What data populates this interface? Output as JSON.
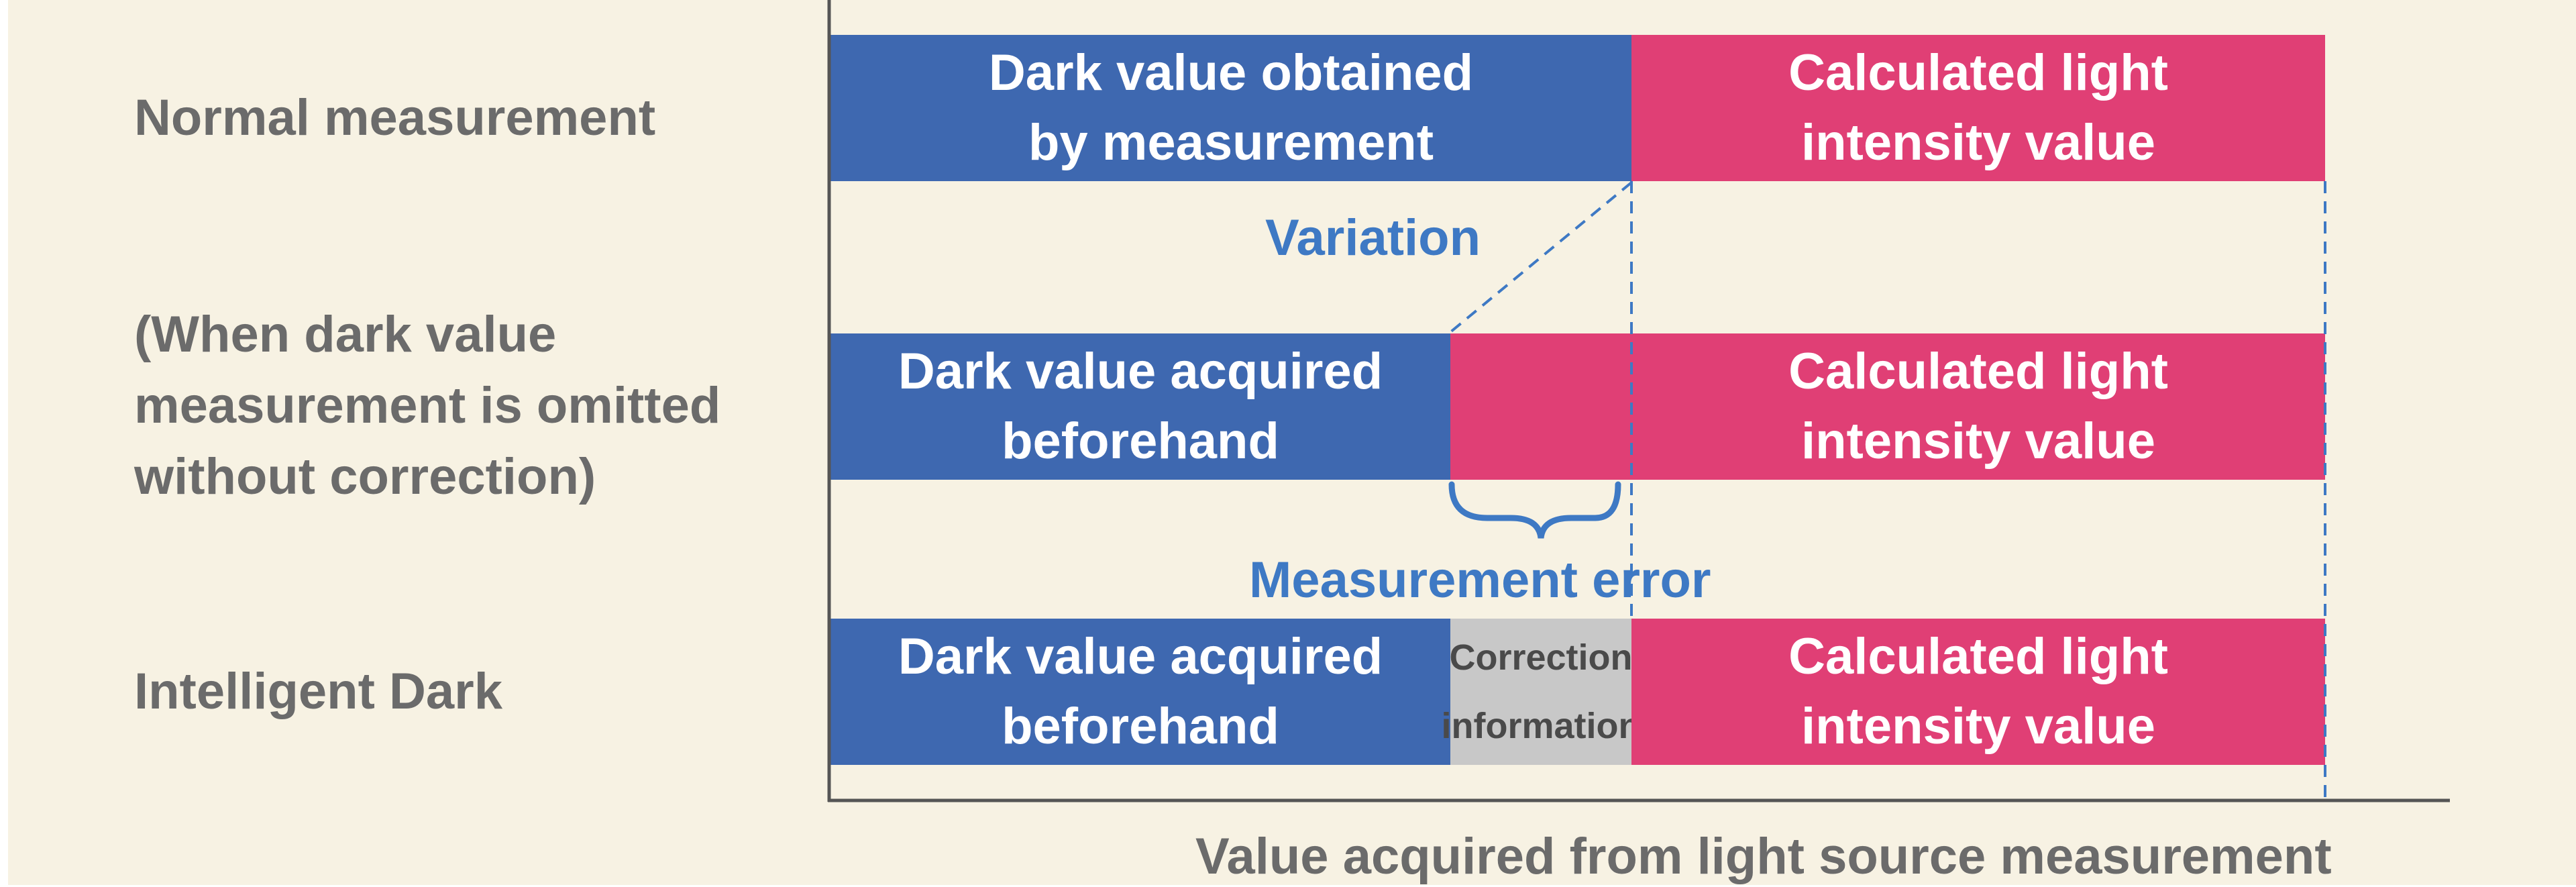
{
  "rows": [
    {
      "label": "Normal measurement",
      "dark_text": "Dark value obtained\nby measurement",
      "light_text": "Calculated light\nintensity value"
    },
    {
      "label": "(When dark value\nmeasurement is omitted\nwithout correction)",
      "dark_text": "Dark value acquired\nbeforehand",
      "light_text": "Calculated light\nintensity value"
    },
    {
      "label": "Intelligent Dark",
      "dark_text": "Dark value acquired\nbeforehand",
      "correction_text": "Correction\ninformation",
      "light_text": "Calculated light\nintensity value"
    }
  ],
  "annotations": {
    "variation": "Variation",
    "measurement_error": "Measurement error"
  },
  "axis": {
    "x_title": "Value acquired from light source measurement"
  },
  "colors": {
    "dark_bar": "#3e68b0",
    "light_bar": "#e03f75",
    "correction_bar": "#c8c8c8",
    "annotation": "#3e79c4",
    "label_text": "#6b6b6b",
    "background": "#f7f2e3"
  }
}
